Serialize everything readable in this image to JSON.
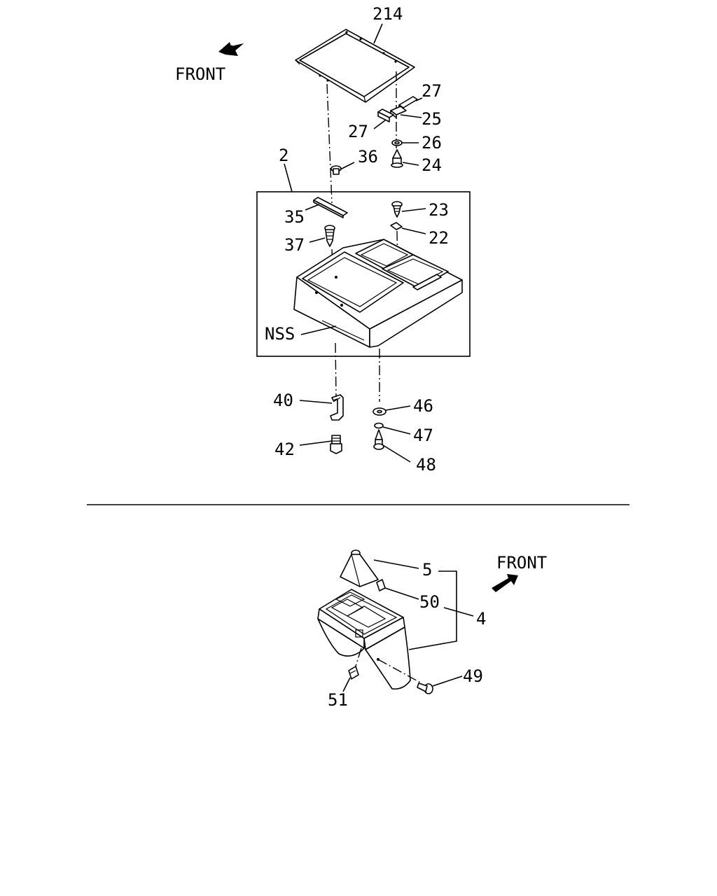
{
  "top_diagram": {
    "front_label": "FRONT",
    "callouts": {
      "p214": "214",
      "p27a": "27",
      "p25": "25",
      "p27b": "27",
      "p26": "26",
      "p2": "2",
      "p36": "36",
      "p24": "24",
      "p23": "23",
      "p35": "35",
      "p22": "22",
      "p37": "37",
      "nss": "NSS",
      "p40": "40",
      "p46": "46",
      "p47": "47",
      "p42": "42",
      "p48": "48"
    }
  },
  "bottom_diagram": {
    "front_label": "FRONT",
    "callouts": {
      "p5": "5",
      "p50": "50",
      "p4": "4",
      "p49": "49",
      "p51": "51"
    }
  },
  "colors": {
    "line": "#000000",
    "background": "#ffffff"
  }
}
